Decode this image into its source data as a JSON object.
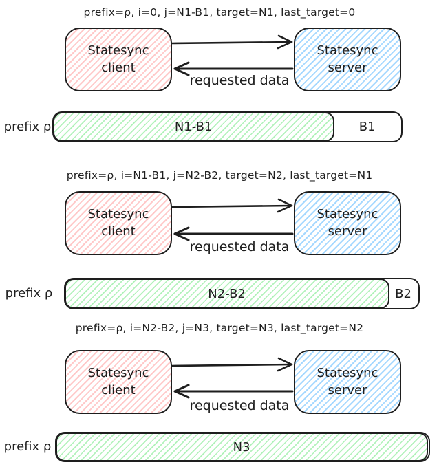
{
  "colors": {
    "stroke": "#1e1e1e",
    "client_hatch": "#ffc9c9",
    "server_hatch": "#a5d8ff",
    "progress_hatch": "#b2f2bb",
    "background": "#ffffff"
  },
  "sections": [
    {
      "header": "prefix=ρ, i=0, j=N1-B1, target=N1, last_target=0",
      "client_label": "Statesync client",
      "server_label": "Statesync server",
      "response_arrow_label": "requested data",
      "bar": {
        "prefix_label": "prefix ρ",
        "filled_label": "N1-B1",
        "rest_label": "B1",
        "filled_percent": 81
      }
    },
    {
      "header": "prefix=ρ, i=N1-B1, j=N2-B2, target=N2, last_target=N1",
      "client_label": "Statesync client",
      "server_label": "Statesync server",
      "response_arrow_label": "requested data",
      "bar": {
        "prefix_label": "prefix ρ",
        "filled_label": "N2-B2",
        "rest_label": "B2",
        "filled_percent": 92
      }
    },
    {
      "header": "prefix=ρ, i=N2-B2, j=N3, target=N3, last_target=N2",
      "client_label": "Statesync client",
      "server_label": "Statesync server",
      "response_arrow_label": "requested data",
      "bar": {
        "prefix_label": "prefix ρ",
        "filled_label": "N3",
        "rest_label": "",
        "filled_percent": 100
      }
    }
  ]
}
